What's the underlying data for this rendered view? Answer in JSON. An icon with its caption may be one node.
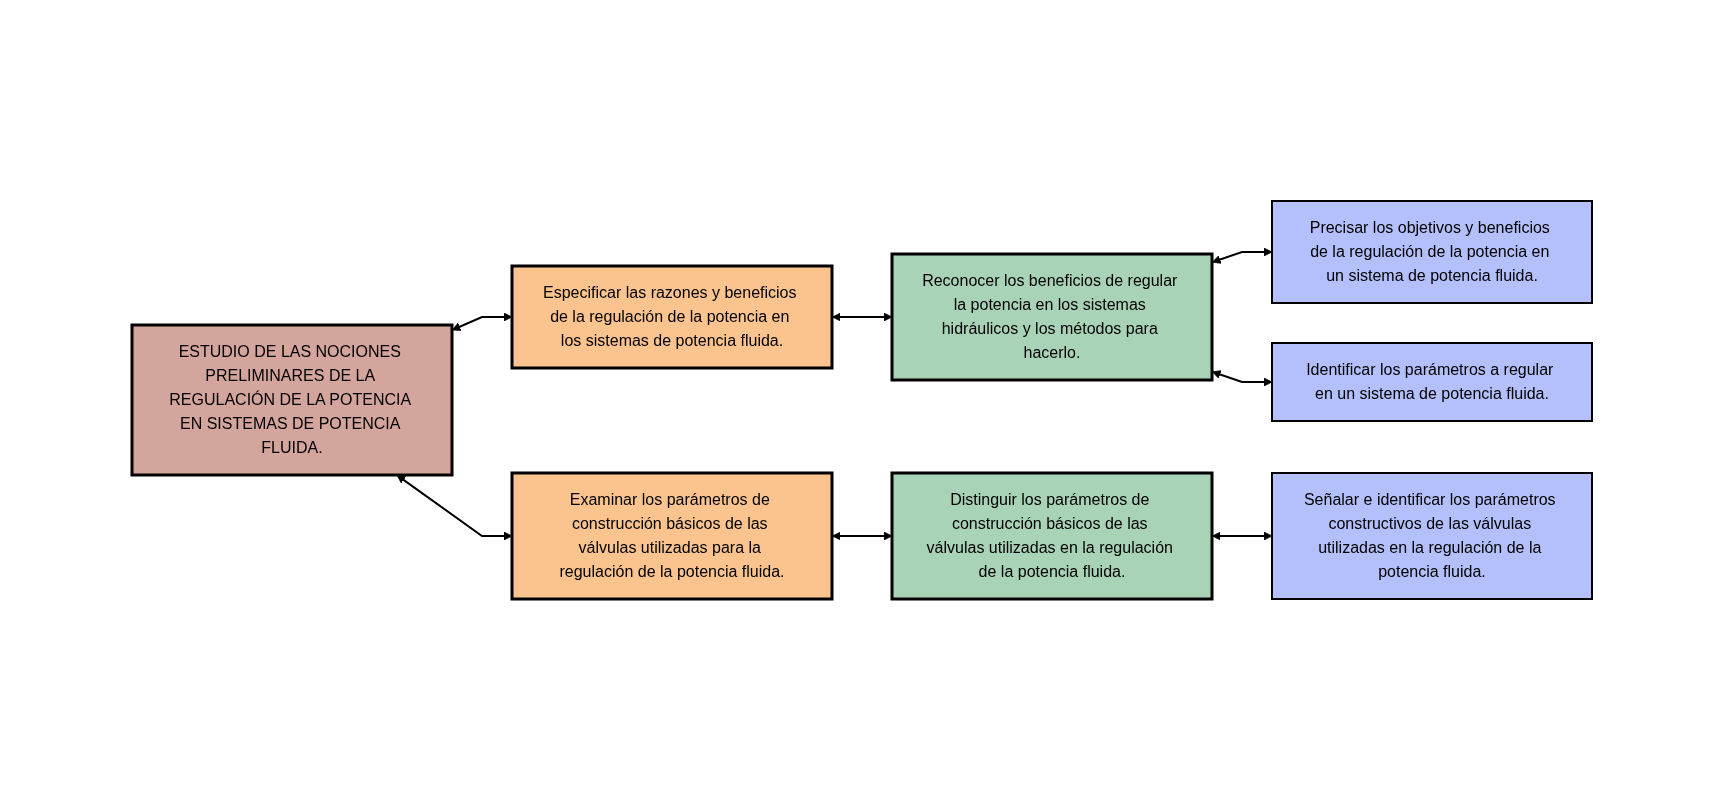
{
  "diagram": {
    "nodes": [
      {
        "text": [
          "ESTUDIO DE LAS NOCIONES PRELIMINARES DE LA REGULACIÓN DE LA POTENCIA EN SISTEMAS DE POTENCIA FLUIDA."
        ]
      },
      {
        "text": [
          "Especificar las razones y beneficios de la regulación de la potencia en los sistemas de potencia fluida."
        ]
      },
      {
        "text": [
          "Reconocer los beneficios de regular la potencia en los sistemas hidráulicos y los métodos para hacerlo."
        ]
      },
      {
        "text": [
          "Precisar los objetivos y beneficios de la regulación de la potencia en un sistema de potencia fluida."
        ]
      },
      {
        "text": [
          "Identificar los parámetros a regular en un sistema de potencia fluida."
        ]
      },
      {
        "text": [
          "Examinar los parámetros de construcción básicos de las válvulas utilizadas para la regulación de la potencia fluida."
        ]
      },
      {
        "text": [
          "Distinguir los parámetros de construcción básicos de las válvulas utilizadas en la regulación de la potencia fluida."
        ]
      },
      {
        "text": [
          "Señalar e identificar los parámetros constructivos de las válvulas utilizadas en la regulación de la potencia fluida."
        ]
      }
    ],
    "edges": [
      {
        "from": 0,
        "to": 1,
        "arrow": "both"
      },
      {
        "from": 1,
        "to": 2,
        "arrow": "both"
      },
      {
        "from": 2,
        "to": 3,
        "arrow": "both"
      },
      {
        "from": 2,
        "to": 4,
        "arrow": "both"
      },
      {
        "from": 0,
        "to": 5,
        "arrow": "both"
      },
      {
        "from": 5,
        "to": 6,
        "arrow": "both"
      },
      {
        "from": 6,
        "to": 7,
        "arrow": "both"
      }
    ]
  }
}
